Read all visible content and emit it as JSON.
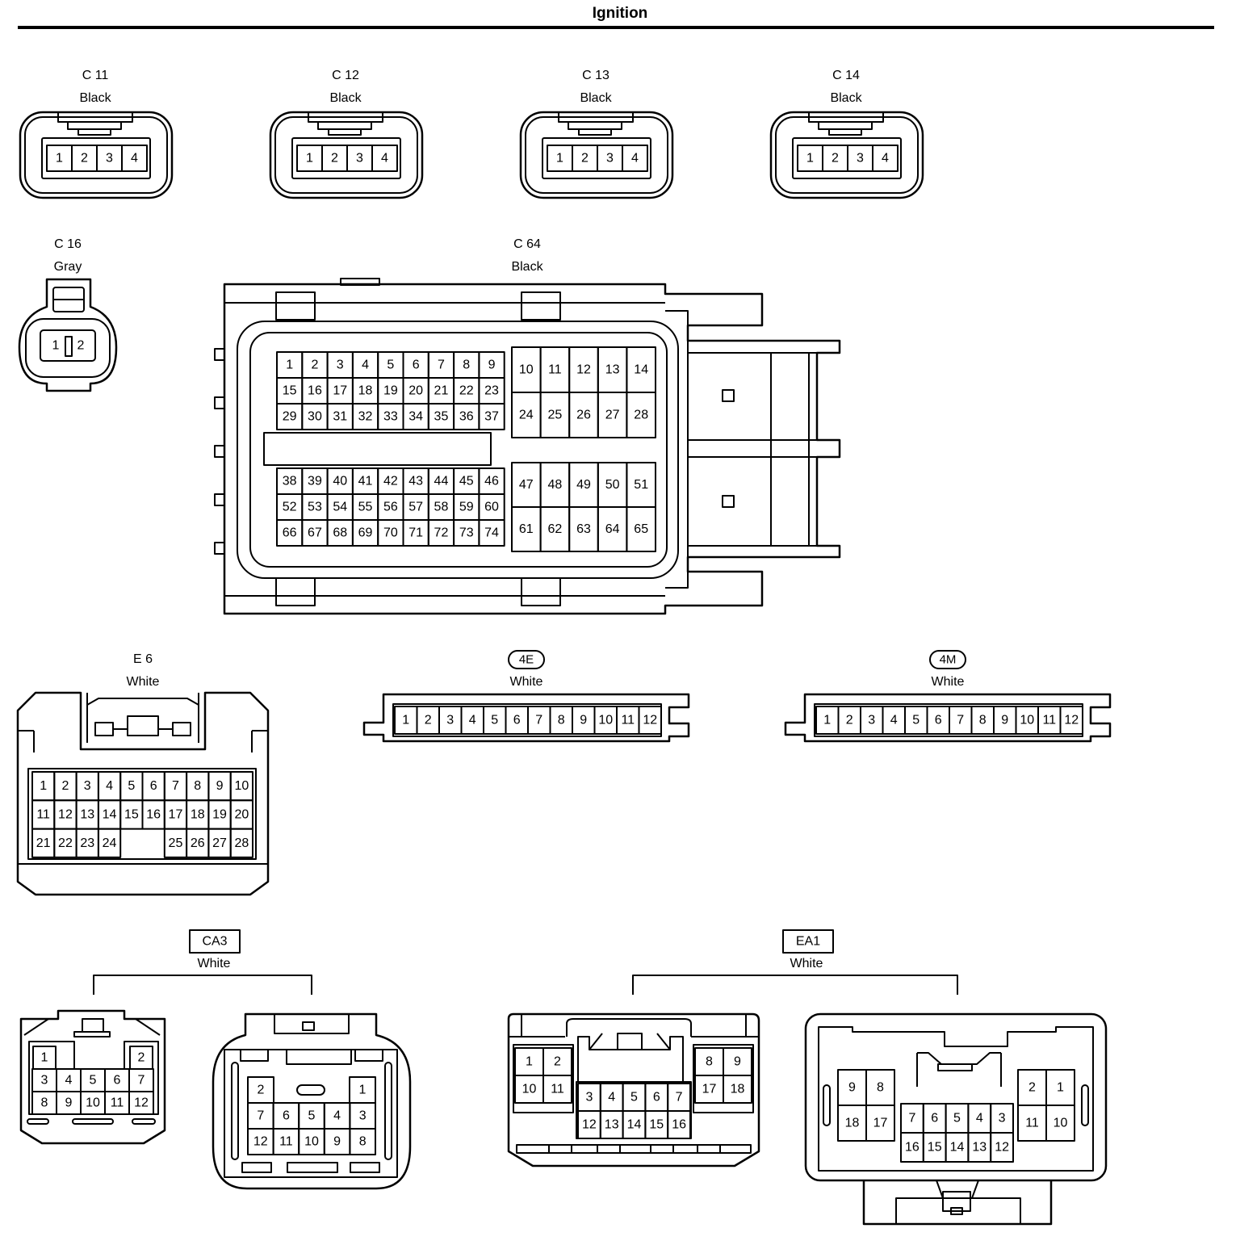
{
  "title": "Ignition",
  "connectors": {
    "c11": {
      "name": "C 11",
      "color": "Black",
      "pins": [
        "1",
        "2",
        "3",
        "4"
      ]
    },
    "c12": {
      "name": "C 12",
      "color": "Black",
      "pins": [
        "1",
        "2",
        "3",
        "4"
      ]
    },
    "c13": {
      "name": "C 13",
      "color": "Black",
      "pins": [
        "1",
        "2",
        "3",
        "4"
      ]
    },
    "c14": {
      "name": "C 14",
      "color": "Black",
      "pins": [
        "1",
        "2",
        "3",
        "4"
      ]
    },
    "c16": {
      "name": "C 16",
      "color": "Gray",
      "pins": [
        "1",
        "2"
      ]
    },
    "c64": {
      "name": "C 64",
      "color": "Black",
      "upper_left": [
        [
          "1",
          "2",
          "3",
          "4",
          "5",
          "6",
          "7",
          "8",
          "9"
        ],
        [
          "15",
          "16",
          "17",
          "18",
          "19",
          "20",
          "21",
          "22",
          "23"
        ],
        [
          "29",
          "30",
          "31",
          "32",
          "33",
          "34",
          "35",
          "36",
          "37"
        ]
      ],
      "upper_right": [
        [
          "10",
          "11",
          "12",
          "13",
          "14"
        ],
        [
          "24",
          "25",
          "26",
          "27",
          "28"
        ]
      ],
      "lower_left": [
        [
          "38",
          "39",
          "40",
          "41",
          "42",
          "43",
          "44",
          "45",
          "46"
        ],
        [
          "52",
          "53",
          "54",
          "55",
          "56",
          "57",
          "58",
          "59",
          "60"
        ],
        [
          "66",
          "67",
          "68",
          "69",
          "70",
          "71",
          "72",
          "73",
          "74"
        ]
      ],
      "lower_right": [
        [
          "47",
          "48",
          "49",
          "50",
          "51"
        ],
        [
          "61",
          "62",
          "63",
          "64",
          "65"
        ]
      ]
    },
    "e6": {
      "name": "E 6",
      "color": "White",
      "rows": [
        [
          "1",
          "2",
          "3",
          "4",
          "5",
          "6",
          "7",
          "8",
          "9",
          "10"
        ],
        [
          "11",
          "12",
          "13",
          "14",
          "15",
          "16",
          "17",
          "18",
          "19",
          "20"
        ],
        [
          "21",
          "22",
          "23",
          "24",
          "",
          "",
          "25",
          "26",
          "27",
          "28"
        ]
      ]
    },
    "c4e": {
      "name": "4E",
      "color": "White",
      "pins": [
        "1",
        "2",
        "3",
        "4",
        "5",
        "6",
        "7",
        "8",
        "9",
        "10",
        "11",
        "12"
      ]
    },
    "c4m": {
      "name": "4M",
      "color": "White",
      "pins": [
        "1",
        "2",
        "3",
        "4",
        "5",
        "6",
        "7",
        "8",
        "9",
        "10",
        "11",
        "12"
      ]
    },
    "ca3": {
      "name": "CA3",
      "color": "White",
      "left": {
        "top": [
          "1",
          "2"
        ],
        "row2": [
          "3",
          "4",
          "5",
          "6",
          "7"
        ],
        "row3": [
          "8",
          "9",
          "10",
          "11",
          "12"
        ]
      },
      "right": {
        "top_left": "2",
        "top_right": "1",
        "row2": [
          "7",
          "6",
          "5",
          "4",
          "3"
        ],
        "row3": [
          "12",
          "11",
          "10",
          "9",
          "8"
        ]
      }
    },
    "ea1": {
      "name": "EA1",
      "color": "White",
      "left": {
        "a": [
          [
            "1",
            "2"
          ],
          [
            "10",
            "11"
          ]
        ],
        "b": [
          [
            "3",
            "4",
            "5",
            "6",
            "7"
          ],
          [
            "12",
            "13",
            "14",
            "15",
            "16"
          ]
        ],
        "c": [
          [
            "8",
            "9"
          ],
          [
            "17",
            "18"
          ]
        ]
      },
      "right": {
        "a": [
          [
            "9",
            "8"
          ],
          [
            "18",
            "17"
          ]
        ],
        "b": [
          [
            "7",
            "6",
            "5",
            "4",
            "3"
          ],
          [
            "16",
            "15",
            "14",
            "13",
            "12"
          ]
        ],
        "c": [
          [
            "2",
            "1"
          ],
          [
            "11",
            "10"
          ]
        ]
      }
    }
  }
}
